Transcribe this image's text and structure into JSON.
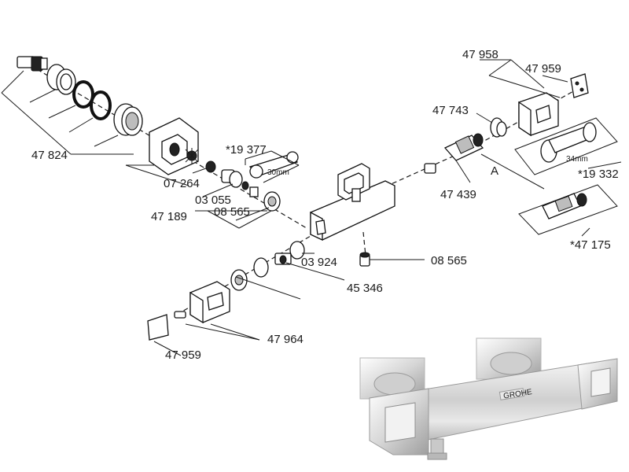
{
  "labels": {
    "p47958": "47 958",
    "p47959_top": "47 959",
    "p47743": "47 743",
    "p19377": "*19 377",
    "p19377_size": "30mm",
    "p47824": "47 824",
    "p07264": "07 264",
    "p03055": "03 055",
    "p47189": "47 189",
    "p08565_left": "08 565",
    "p19332": "*19 332",
    "p19332_size": "34mm",
    "pA": "A",
    "p47439": "47 439",
    "p47175": "*47 175",
    "p03924": "03 924",
    "p08565_right": "08 565",
    "p45346": "45 346",
    "p47964": "47 964",
    "p47959_bottom": "47 959",
    "brand": "GROHE"
  }
}
